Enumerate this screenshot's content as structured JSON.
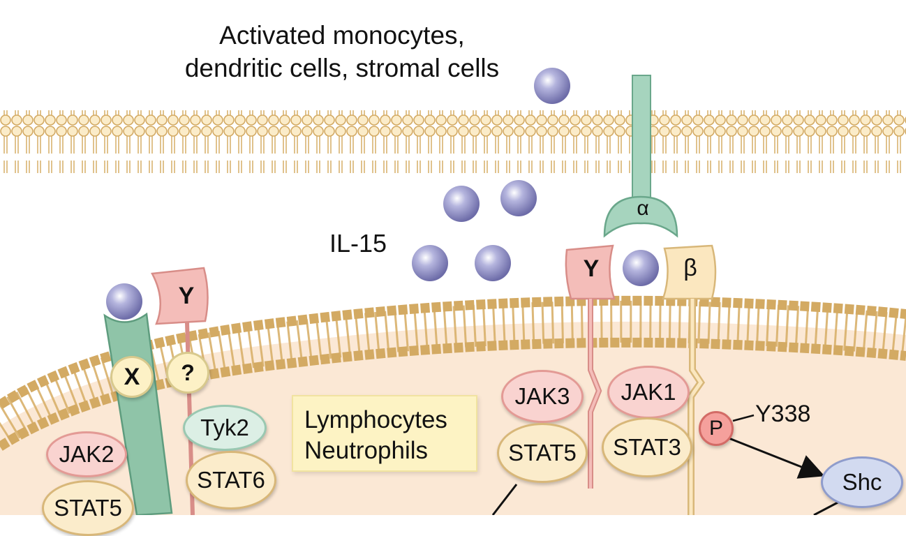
{
  "diagram": {
    "title_lines": [
      "Activated monocytes,",
      "dendritic cells, stromal cells"
    ],
    "ligand_label": "IL-15",
    "target_cells": [
      "Lymphocytes",
      "Neutrophils"
    ],
    "receptor": {
      "alpha_label": "α",
      "gamma_label": "Y",
      "beta_label": "β"
    },
    "left_receptor": {
      "gamma_label": "Y",
      "x_label": "X",
      "unknown_label": "?"
    },
    "signaling": {
      "jak3": "JAK3",
      "stat5_right": "STAT5",
      "jak1": "JAK1",
      "stat3": "STAT3",
      "phospho": "P",
      "site": "Y338",
      "shc": "Shc",
      "tyk2": "Tyk2",
      "stat6": "STAT6",
      "jak2": "JAK2",
      "stat5_left": "STAT5"
    },
    "colors": {
      "membrane": "#e7c98f",
      "cytoplasm": "#fbeadb",
      "ligand": "#8c8cc4",
      "alpha_chain": "#a6d4be",
      "gamma_chain": "#f4bdb9",
      "beta_chain": "#fbe7bf"
    }
  }
}
